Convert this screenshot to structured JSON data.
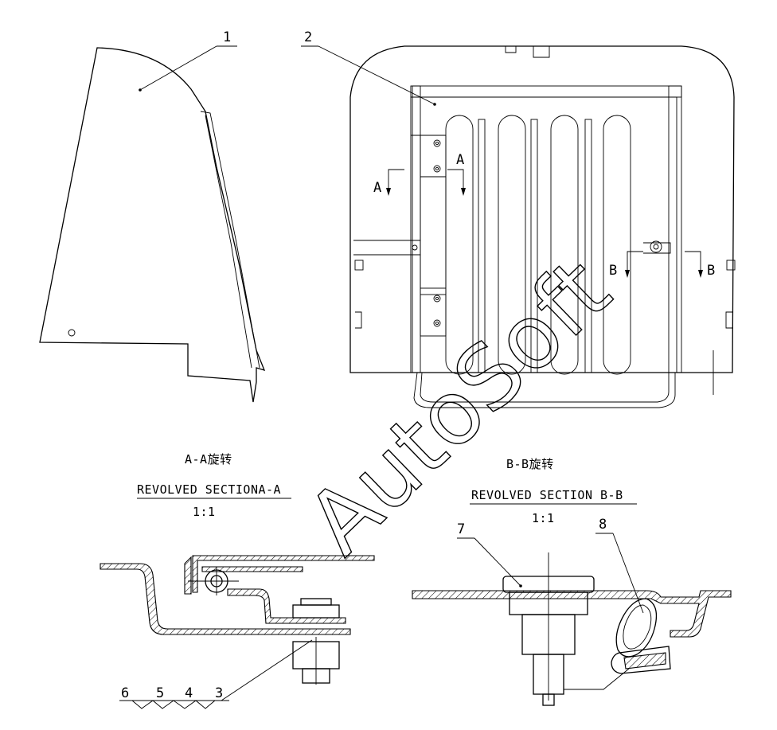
{
  "callouts": {
    "n1": "1",
    "n2": "2",
    "n3": "3",
    "n4": "4",
    "n5": "5",
    "n6": "6",
    "n7": "7",
    "n8": "8"
  },
  "section_marks": {
    "a_left": "A",
    "a_right": "A",
    "b_left": "B",
    "b_right": "B"
  },
  "section_aa": {
    "chinese": "A-A旋转",
    "english": "REVOLVED SECTIONA-A",
    "scale": "1:1"
  },
  "section_bb": {
    "chinese": "B-B旋转",
    "english": "REVOLVED SECTION B-B",
    "scale": "1:1"
  },
  "watermark": "AutoSoft"
}
